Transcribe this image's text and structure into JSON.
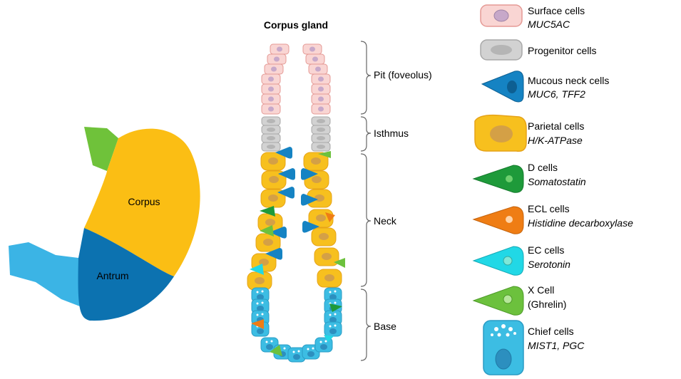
{
  "colors": {
    "surface_fill": "#f9d5d3",
    "surface_stroke": "#e59a95",
    "surface_nucleus": "#c7a8c9",
    "progenitor_fill": "#d2d2d2",
    "progenitor_stroke": "#a8a8a8",
    "progenitor_nucleus": "#b5b5b5",
    "mucous_neck": "#1583c3",
    "mucous_neck_nucleus": "#0d5f92",
    "parietal_fill": "#f7c01e",
    "parietal_stroke": "#e6a318",
    "parietal_nucleus": "#d4a046",
    "d_cell": "#1e9a3a",
    "ecl_cell": "#ef7d14",
    "ec_cell": "#21d8e6",
    "x_cell": "#6cc13d",
    "chief_fill": "#3cbde3",
    "chief_stroke": "#2a9cc5",
    "chief_nucleus": "#2c8fbf",
    "corpus": "#fbbe14",
    "antrum": "#0c72b0",
    "esophagus": "#6fc23a",
    "duodenum": "#3bb4e5",
    "bracket": "#555555"
  },
  "stomach": {
    "corpus_label": "Corpus",
    "antrum_label": "Antrum"
  },
  "gland": {
    "title": "Corpus gland",
    "regions": [
      {
        "label": "Pit (foveolus)"
      },
      {
        "label": "Isthmus"
      },
      {
        "label": "Neck"
      },
      {
        "label": "Base"
      }
    ]
  },
  "legend": [
    {
      "name": "Surface cells",
      "marker": "MUC5AC",
      "icon": "surface-cell-icon"
    },
    {
      "name": "Progenitor cells",
      "marker": "",
      "icon": "progenitor-cell-icon"
    },
    {
      "name": "Mucous neck cells",
      "marker": "MUC6, TFF2",
      "icon": "mucous-neck-cell-icon"
    },
    {
      "name": "Parietal cells",
      "marker": "H/K-ATPase",
      "icon": "parietal-cell-icon"
    },
    {
      "name": "D cells",
      "marker": "Somatostatin",
      "icon": "d-cell-icon"
    },
    {
      "name": "ECL cells",
      "marker": "Histidine decarboxylase",
      "icon": "ecl-cell-icon"
    },
    {
      "name": "EC cells",
      "marker": "Serotonin",
      "icon": "ec-cell-icon"
    },
    {
      "name": "X Cell",
      "marker_plain": "(Ghrelin)",
      "icon": "x-cell-icon"
    },
    {
      "name": "Chief cells",
      "marker": "MIST1, PGC",
      "icon": "chief-cell-icon"
    }
  ]
}
